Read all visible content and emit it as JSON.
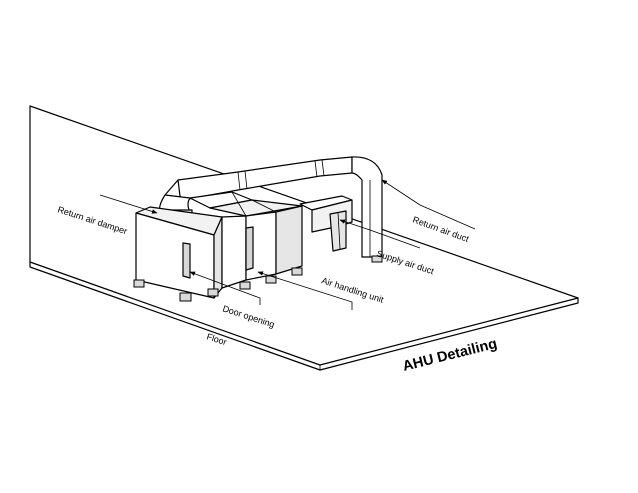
{
  "title": "AHU Detailing",
  "labels": {
    "return_air_damper": "Return air damper",
    "return_air_duct": "Return  air duct",
    "supply_air_duct": "Supply air duct",
    "air_handling_unit": "Air handling unit",
    "door_opening": "Door opening",
    "floor": "Floor"
  }
}
